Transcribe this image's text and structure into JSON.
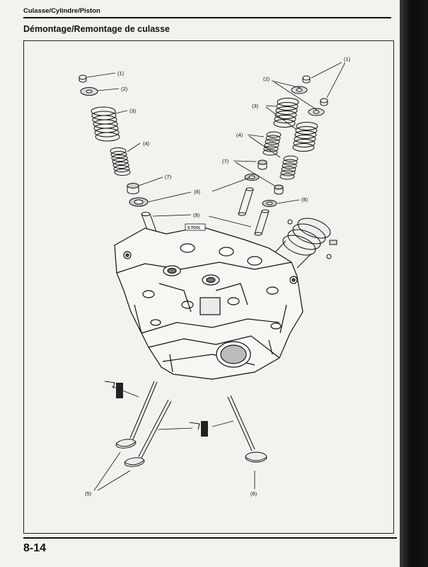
{
  "header": {
    "section": "Culasse/Cylindre/Piston",
    "title": "Démontage/Remontage de culasse"
  },
  "diagram": {
    "callouts": {
      "c1": "(1)",
      "c2": "(2)",
      "c3": "(3)",
      "c4": "(4)",
      "c5": "(5)",
      "c6": "(6)",
      "c7": "(7)",
      "c8": "(8)",
      "c9": "(9)"
    },
    "tool_tag": "S.TOOL"
  },
  "footer": {
    "page_number": "8-14"
  }
}
